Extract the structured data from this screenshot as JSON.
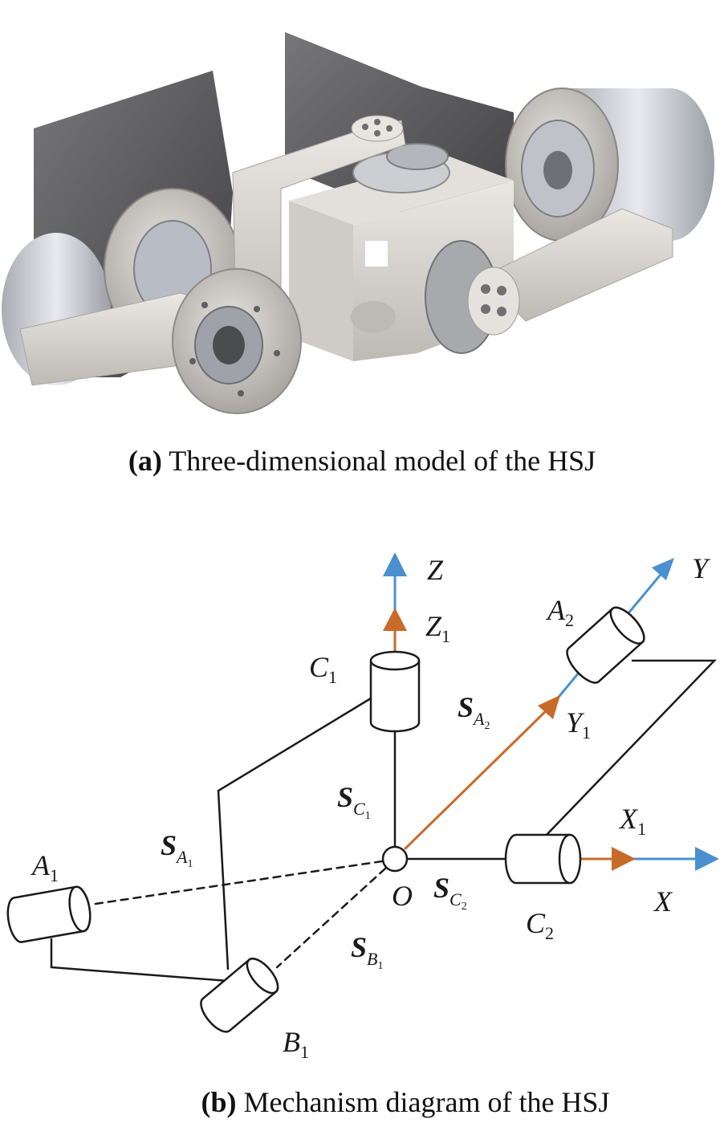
{
  "caption_a": {
    "tag": "(a)",
    "text": " Three-dimensional model of the HSJ"
  },
  "caption_b": {
    "tag": "(b)",
    "text": " Mechanism diagram of the HSJ"
  },
  "axes": {
    "Z": "Z",
    "Z1": "Z",
    "Z1_sub": "1",
    "Y": "Y",
    "Y1": "Y",
    "Y1_sub": "1",
    "X": "X",
    "X1": "X",
    "X1_sub": "1",
    "origin": "O"
  },
  "joints": {
    "A1": "A",
    "A1_sub": "1",
    "A2": "A",
    "A2_sub": "2",
    "B1": "B",
    "B1_sub": "1",
    "C1": "C",
    "C1_sub": "1",
    "C2": "C",
    "C2_sub": "2"
  },
  "screws": {
    "S": "S",
    "SA1_sub": "A",
    "SA1_subsub": "1",
    "SA2_sub": "A",
    "SA2_subsub": "2",
    "SB1_sub": "B",
    "SB1_subsub": "1",
    "SC1_sub": "C",
    "SC1_subsub": "1",
    "SC2_sub": "C",
    "SC2_subsub": "2"
  },
  "colors": {
    "blue_axis": "#4a90d0",
    "orange_axis": "#c86a28",
    "line": "#1a1a1a",
    "metal_dark": "#5c5c5e",
    "metal_light": "#d8d5d0"
  }
}
